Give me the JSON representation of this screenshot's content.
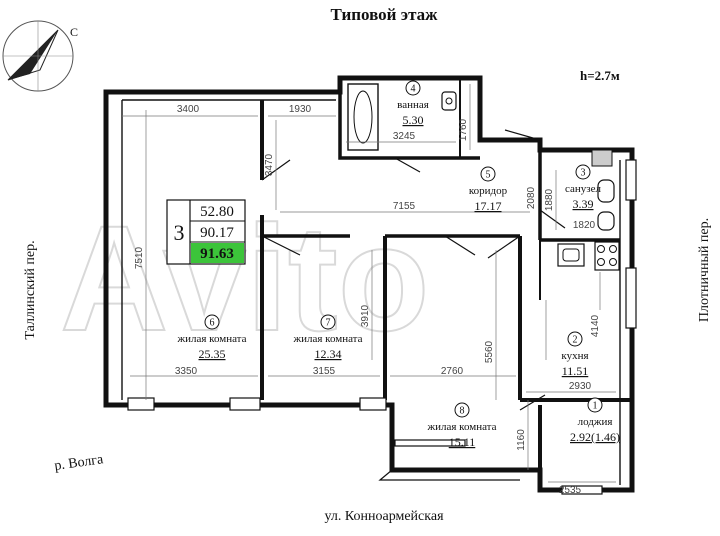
{
  "title": "Типовой этаж",
  "ceiling_height": "h=2.7м",
  "watermark": "Avito",
  "compass_label": "С",
  "streets": {
    "left": "Таллинский пер.",
    "right": "Плотничный пер.",
    "bottom": "ул. Конноармейская",
    "river": "р. Волга"
  },
  "summary": {
    "rooms": "3",
    "living_area": "52.80",
    "total_area": "90.17",
    "total_with_loggia": "91.63",
    "highlight_color": "#3cc43a"
  },
  "rooms": [
    {
      "num": "4",
      "name": "ванная",
      "area": "5.30"
    },
    {
      "num": "5",
      "name": "коридор",
      "area": "17.17"
    },
    {
      "num": "3",
      "name": "санузел",
      "area": "3.39"
    },
    {
      "num": "6",
      "name": "жилая комната",
      "area": "25.35"
    },
    {
      "num": "7",
      "name": "жилая комната",
      "area": "12.34"
    },
    {
      "num": "2",
      "name": "кухня",
      "area": "11.51"
    },
    {
      "num": "8",
      "name": "жилая комната",
      "area": "15.11"
    },
    {
      "num": "1",
      "name": "лоджия",
      "area": "2.92(1.46)"
    }
  ],
  "dimensions": {
    "d3400": "3400",
    "d1930": "1930",
    "d3245": "3245",
    "d1760": "1760",
    "d3470": "3470",
    "d7155": "7155",
    "d2080": "2080",
    "d1880": "1880",
    "d1820": "1820",
    "d7510": "7510",
    "d3910": "3910",
    "d5560": "5560",
    "d4140": "4140",
    "d3350": "3350",
    "d3155": "3155",
    "d2760": "2760",
    "d2930": "2930",
    "d1160": "1160",
    "d2535": "2535"
  }
}
